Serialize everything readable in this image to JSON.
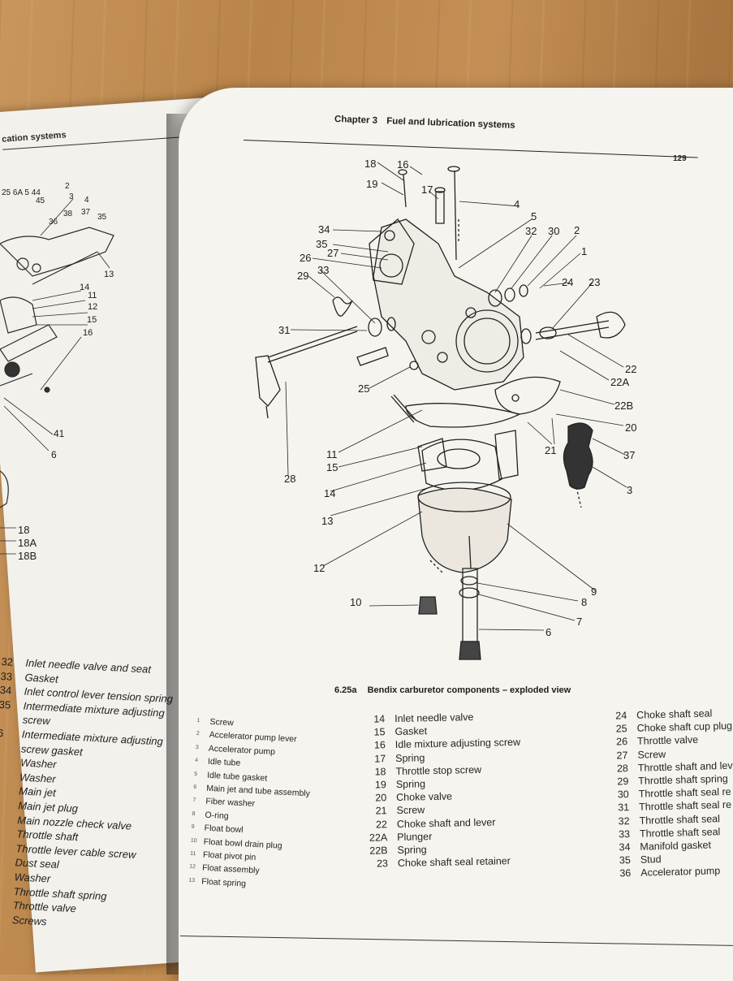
{
  "left_page": {
    "header": "cation systems",
    "callouts": [
      "25",
      "6A",
      "5",
      "44",
      "45",
      "2",
      "3",
      "4",
      "36",
      "38",
      "37",
      "35",
      "13",
      "14",
      "11",
      "12",
      "15",
      "16",
      "41",
      "6",
      "18",
      "18A",
      "18B"
    ],
    "legend": [
      {
        "num": "32",
        "text": "Inlet needle valve and seat"
      },
      {
        "num": "33",
        "text": "Gasket"
      },
      {
        "num": "34",
        "text": "Inlet control lever tension spring"
      },
      {
        "num": "35",
        "text": "Intermediate mixture adjusting"
      },
      {
        "num": "",
        "text": "screw"
      },
      {
        "num": "6",
        "text": "Intermediate mixture adjusting"
      },
      {
        "num": "",
        "text": "screw gasket"
      },
      {
        "num": "",
        "text": "Washer"
      },
      {
        "num": "",
        "text": "Washer"
      },
      {
        "num": "",
        "text": "Main jet"
      },
      {
        "num": "",
        "text": "Main jet plug"
      },
      {
        "num": "",
        "text": "Main nozzle check valve"
      },
      {
        "num": "",
        "text": "Throttle shaft"
      },
      {
        "num": "",
        "text": "Throttle lever cable screw"
      },
      {
        "num": "",
        "text": "Dust seal"
      },
      {
        "num": "",
        "text": "Washer"
      },
      {
        "num": "",
        "text": "Throttle shaft spring"
      },
      {
        "num": "",
        "text": "Throttle valve"
      },
      {
        "num": "",
        "text": "Screws"
      }
    ]
  },
  "right_page": {
    "chapter": "Chapter 3",
    "chapter_title": "Fuel and lubrication systems",
    "page_number": "129",
    "figure": {
      "number": "6.25a",
      "caption": "Bendix carburetor components – exploded view",
      "callouts": [
        "18",
        "16",
        "19",
        "17",
        "4",
        "5",
        "34",
        "32",
        "30",
        "2",
        "35",
        "27",
        "1",
        "26",
        "33",
        "29",
        "24",
        "23",
        "31",
        "22",
        "22A",
        "25",
        "22B",
        "20",
        "11",
        "15",
        "21",
        "37",
        "28",
        "14",
        "3",
        "13",
        "12",
        "9",
        "10",
        "8",
        "7",
        "6"
      ]
    },
    "legend_col1": [
      {
        "num": "1",
        "text": "Screw"
      },
      {
        "num": "2",
        "text": "Accelerator pump lever"
      },
      {
        "num": "3",
        "text": "Accelerator pump"
      },
      {
        "num": "4",
        "text": "Idle tube"
      },
      {
        "num": "5",
        "text": "Idle tube gasket"
      },
      {
        "num": "6",
        "text": "Main jet and tube assembly"
      },
      {
        "num": "7",
        "text": "Fiber washer"
      },
      {
        "num": "8",
        "text": "O-ring"
      },
      {
        "num": "9",
        "text": "Float bowl"
      },
      {
        "num": "10",
        "text": "Float bowl drain plug"
      },
      {
        "num": "11",
        "text": "Float pivot pin"
      },
      {
        "num": "12",
        "text": "Float assembly"
      },
      {
        "num": "13",
        "text": "Float spring"
      }
    ],
    "legend_col2": [
      {
        "num": "14",
        "text": "Inlet needle valve"
      },
      {
        "num": "15",
        "text": "Gasket"
      },
      {
        "num": "16",
        "text": "Idle mixture adjusting screw"
      },
      {
        "num": "17",
        "text": "Spring"
      },
      {
        "num": "18",
        "text": "Throttle stop screw"
      },
      {
        "num": "19",
        "text": "Spring"
      },
      {
        "num": "20",
        "text": "Choke valve"
      },
      {
        "num": "21",
        "text": "Screw"
      },
      {
        "num": "22",
        "text": "Choke shaft and lever"
      },
      {
        "num": "22A",
        "text": "Plunger"
      },
      {
        "num": "22B",
        "text": "Spring"
      },
      {
        "num": "23",
        "text": "Choke shaft seal retainer"
      }
    ],
    "legend_col3": [
      {
        "num": "24",
        "text": "Choke shaft seal"
      },
      {
        "num": "25",
        "text": "Choke shaft cup plug"
      },
      {
        "num": "26",
        "text": "Throttle valve"
      },
      {
        "num": "27",
        "text": "Screw"
      },
      {
        "num": "28",
        "text": "Throttle shaft and leve"
      },
      {
        "num": "29",
        "text": "Throttle shaft spring"
      },
      {
        "num": "30",
        "text": "Throttle shaft seal re"
      },
      {
        "num": "31",
        "text": "Throttle shaft seal re"
      },
      {
        "num": "32",
        "text": "Throttle shaft seal"
      },
      {
        "num": "33",
        "text": "Throttle shaft seal"
      },
      {
        "num": "34",
        "text": "Manifold gasket"
      },
      {
        "num": "35",
        "text": "Stud"
      },
      {
        "num": "36",
        "text": "Accelerator pump"
      }
    ]
  }
}
